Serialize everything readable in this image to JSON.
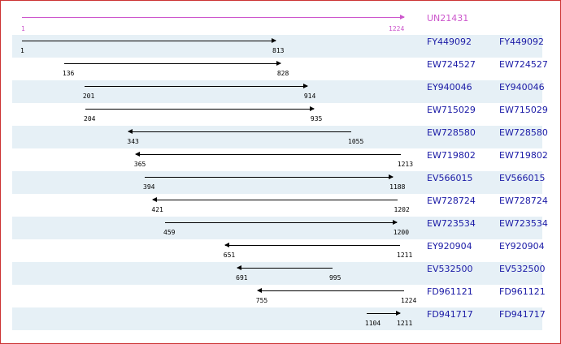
{
  "reference": {
    "name": "UN21431",
    "start": "1",
    "end": "1224",
    "length": 1224
  },
  "alignments": [
    {
      "id": "FY449092",
      "start": 1,
      "end": 813,
      "dir": "fwd",
      "start_label": "1",
      "end_label": "813"
    },
    {
      "id": "EW724527",
      "start": 136,
      "end": 828,
      "dir": "fwd",
      "start_label": "136",
      "end_label": "828"
    },
    {
      "id": "EY940046",
      "start": 201,
      "end": 914,
      "dir": "fwd",
      "start_label": "201",
      "end_label": "914"
    },
    {
      "id": "EW715029",
      "start": 204,
      "end": 935,
      "dir": "fwd",
      "start_label": "204",
      "end_label": "935"
    },
    {
      "id": "EW728580",
      "start": 343,
      "end": 1055,
      "dir": "rev",
      "start_label": "343",
      "end_label": "1055"
    },
    {
      "id": "EW719802",
      "start": 365,
      "end": 1213,
      "dir": "rev",
      "start_label": "365",
      "end_label": "1213"
    },
    {
      "id": "EV566015",
      "start": 394,
      "end": 1188,
      "dir": "fwd",
      "start_label": "394",
      "end_label": "1188"
    },
    {
      "id": "EW728724",
      "start": 421,
      "end": 1202,
      "dir": "rev",
      "start_label": "421",
      "end_label": "1202"
    },
    {
      "id": "EW723534",
      "start": 459,
      "end": 1200,
      "dir": "fwd",
      "start_label": "459",
      "end_label": "1200"
    },
    {
      "id": "EY920904",
      "start": 651,
      "end": 1211,
      "dir": "rev",
      "start_label": "651",
      "end_label": "1211"
    },
    {
      "id": "EV532500",
      "start": 691,
      "end": 995,
      "dir": "rev",
      "start_label": "691",
      "end_label": "995"
    },
    {
      "id": "FD961121",
      "start": 755,
      "end": 1224,
      "dir": "rev",
      "start_label": "755",
      "end_label": "1224"
    },
    {
      "id": "FD941717",
      "start": 1104,
      "end": 1211,
      "dir": "fwd",
      "start_label": "1104",
      "end_label": "1211"
    }
  ],
  "colors": {
    "reference": "#cc55cc",
    "link": "#1a1aa6",
    "row_shade": "#e6f0f6",
    "border": "#cc3333"
  }
}
